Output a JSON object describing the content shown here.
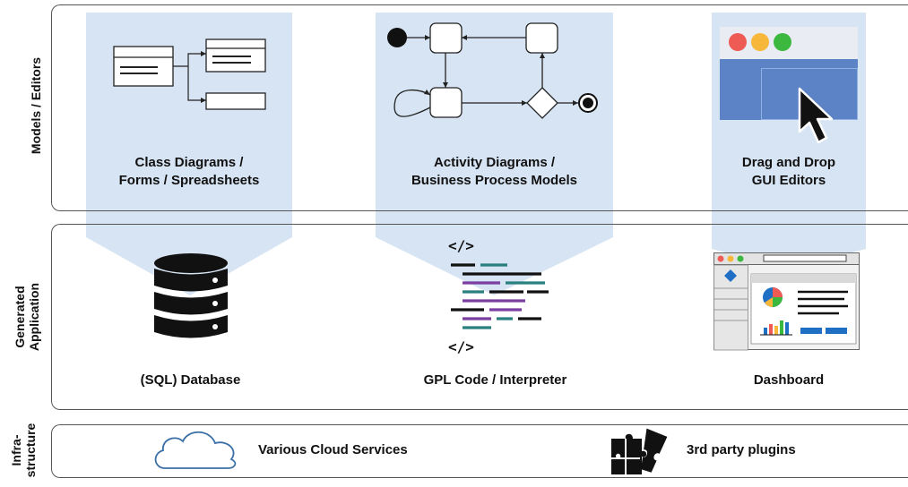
{
  "rows": {
    "models": "Models / Editors",
    "generated": "Generated\nApplication",
    "infra": "Infra-\nstructure"
  },
  "models": {
    "class_diagrams": "Class Diagrams /\nForms / Spreadsheets",
    "activity_diagrams": "Activity Diagrams /\nBusiness Process Models",
    "gui_editors": "Drag and Drop\nGUI Editors"
  },
  "generated": {
    "database": "(SQL) Database",
    "code": "GPL Code / Interpreter",
    "dashboard": "Dashboard",
    "code_tag_top": "</>",
    "code_tag_bottom": "</>"
  },
  "infra": {
    "cloud": "Various Cloud Services",
    "plugins": "3rd party plugins"
  },
  "colors": {
    "highlight": "#d7e4f3",
    "window_blue": "#5b83c6",
    "dot_red": "#ee5b55",
    "dot_yellow": "#f6b73a",
    "dot_green": "#3cb83e",
    "code_teal": "#2a7f7f",
    "code_purple": "#7a3fa1",
    "cloud_blue": "#3a6ea5"
  }
}
